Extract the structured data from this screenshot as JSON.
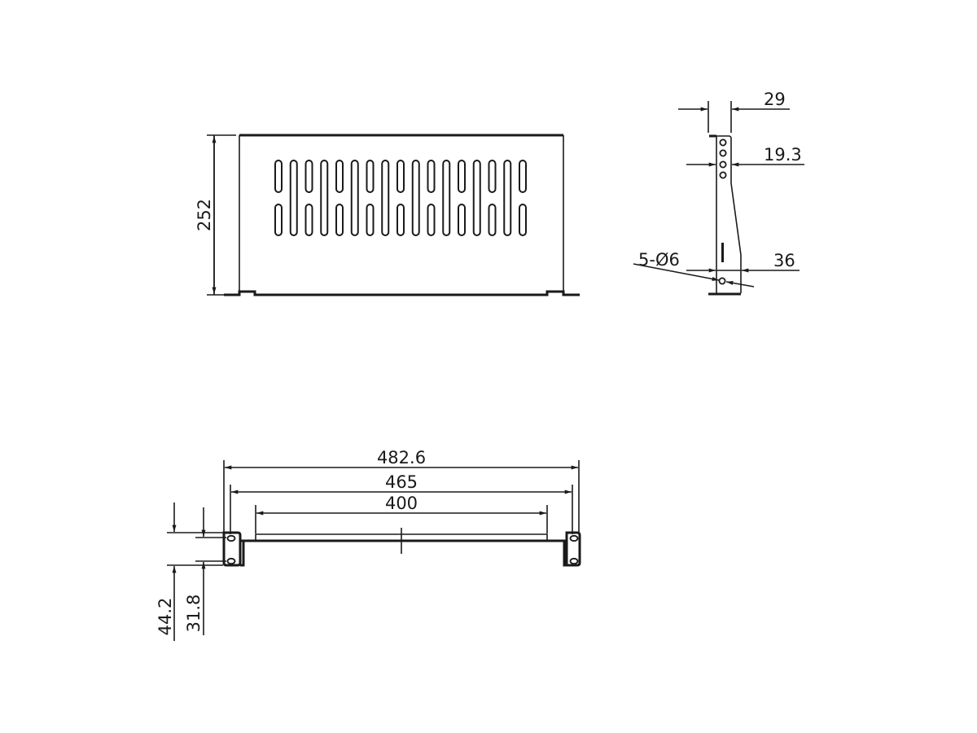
{
  "drawing": {
    "front_view": {
      "height_dim": "252",
      "slot_columns": 17
    },
    "side_view": {
      "top_width_dim": "29",
      "hole_offset_dim": "19.3",
      "bottom_width_dim": "36",
      "hole_callout": "5-Ø6"
    },
    "top_view": {
      "overall_width_dim": "482.6",
      "mount_hole_spacing_dim": "465",
      "tray_width_dim": "400",
      "ear_height_dim": "44.2",
      "hole_spacing_vertical_dim": "31.8"
    }
  }
}
